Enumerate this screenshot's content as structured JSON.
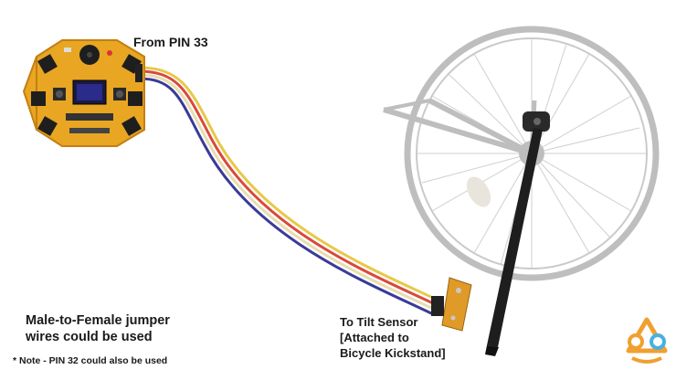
{
  "labels": {
    "from_pin": "From PIN 33",
    "jumper_line1": "Male-to-Female jumper",
    "jumper_line2": "wires could be used",
    "note": "* Note - PIN 32 could also be used",
    "sensor_line1": "To Tilt Sensor",
    "sensor_line2": "[Attached to",
    "sensor_line3": "Bicycle Kickstand]"
  },
  "wire_colors": [
    "#e8c84a",
    "#d94a3a",
    "#e8ddb0",
    "#3a3a9a"
  ],
  "colors": {
    "board": "#e8a623",
    "board_dark": "#c47f12",
    "bike_gray": "#9e9e9e",
    "kickstand": "#1e1e1e",
    "logo": "#f0a030"
  },
  "icons": {
    "controller": "hexagonal-microcontroller-board",
    "sensor": "tilt-sensor-module",
    "bike": "bicycle-rear-wheel",
    "logo": "brand-logo-icon"
  }
}
